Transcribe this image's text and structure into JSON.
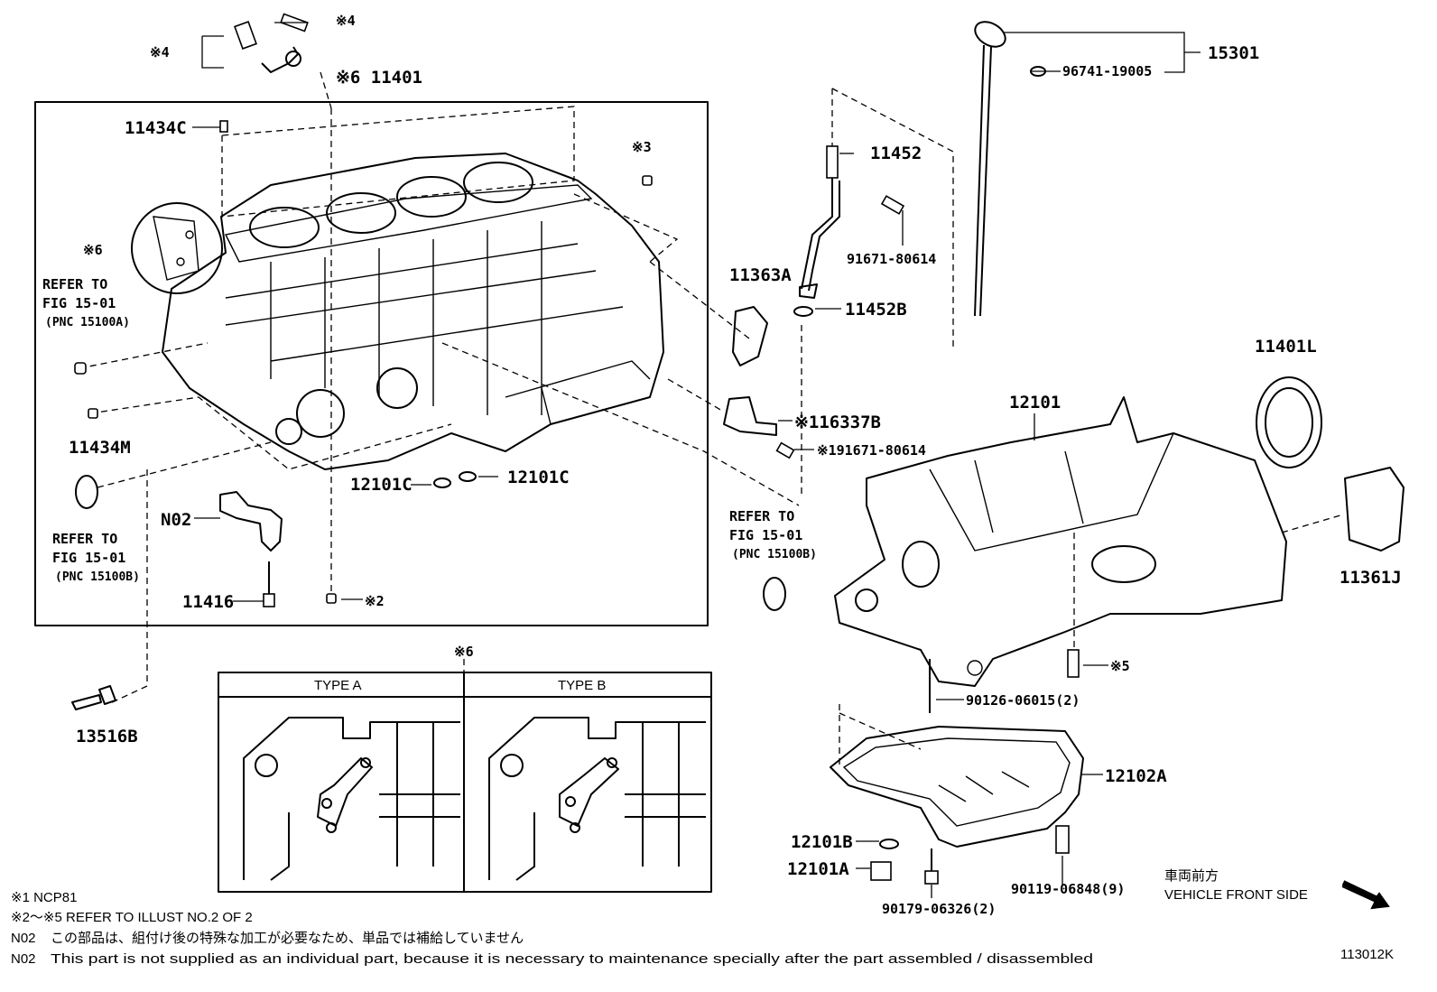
{
  "diagram_id": "113012K",
  "parts": {
    "p15301": "15301",
    "p96741": "96741-19005",
    "p11401": "※6 11401",
    "p11434c": "11434C",
    "mark3": "※3",
    "mark4a": "※4",
    "mark4b": "※4",
    "mark6a": "※6",
    "mark6b": "※6",
    "mark2": "※2",
    "mark5": "※5",
    "p11452": "11452",
    "p91671a": "91671-80614",
    "p11363a": "11363A",
    "p11452b": "11452B",
    "p16337b": "※116337B",
    "p91671b": "※191671-80614",
    "p11401l": "11401L",
    "p12101": "12101",
    "p12101c_a": "12101C",
    "p12101c_b": "12101C",
    "p11434m": "11434M",
    "pn02": "N02",
    "p11416": "11416",
    "p13516b": "13516B",
    "p11361j": "11361J",
    "p90126": "90126-06015(2)",
    "p12102a": "12102A",
    "p12101b": "12101B",
    "p12101a": "12101A",
    "p90179": "90179-06326(2)",
    "p90119": "90119-06848(9)"
  },
  "refers": {
    "ref1_l1": "REFER TO",
    "ref1_l2": "FIG 15-01",
    "ref1_l3": "(PNC 15100A)",
    "ref2_l1": "REFER TO",
    "ref2_l2": "FIG 15-01",
    "ref2_l3": "(PNC 15100B)",
    "ref3_l1": "REFER TO",
    "ref3_l2": "FIG 15-01",
    "ref3_l3": "(PNC 15100B)"
  },
  "types": {
    "type_a": "TYPE A",
    "type_b": "TYPE B"
  },
  "front": {
    "jp": "車両前方",
    "en": "VEHICLE FRONT SIDE"
  },
  "notes": {
    "n1": "※1 NCP81",
    "n2": "※2～※5 REFER TO ILLUST NO.2 OF 2",
    "n3_code": "N02",
    "n3_text": "この部品は、組付け後の特殊な加工が必要なため、単品では補給していません",
    "n4_code": "N02",
    "n4_text": "This part is not supplied as an individual part, because it is necessary to maintenance specially after the part assembled / disassembled"
  }
}
